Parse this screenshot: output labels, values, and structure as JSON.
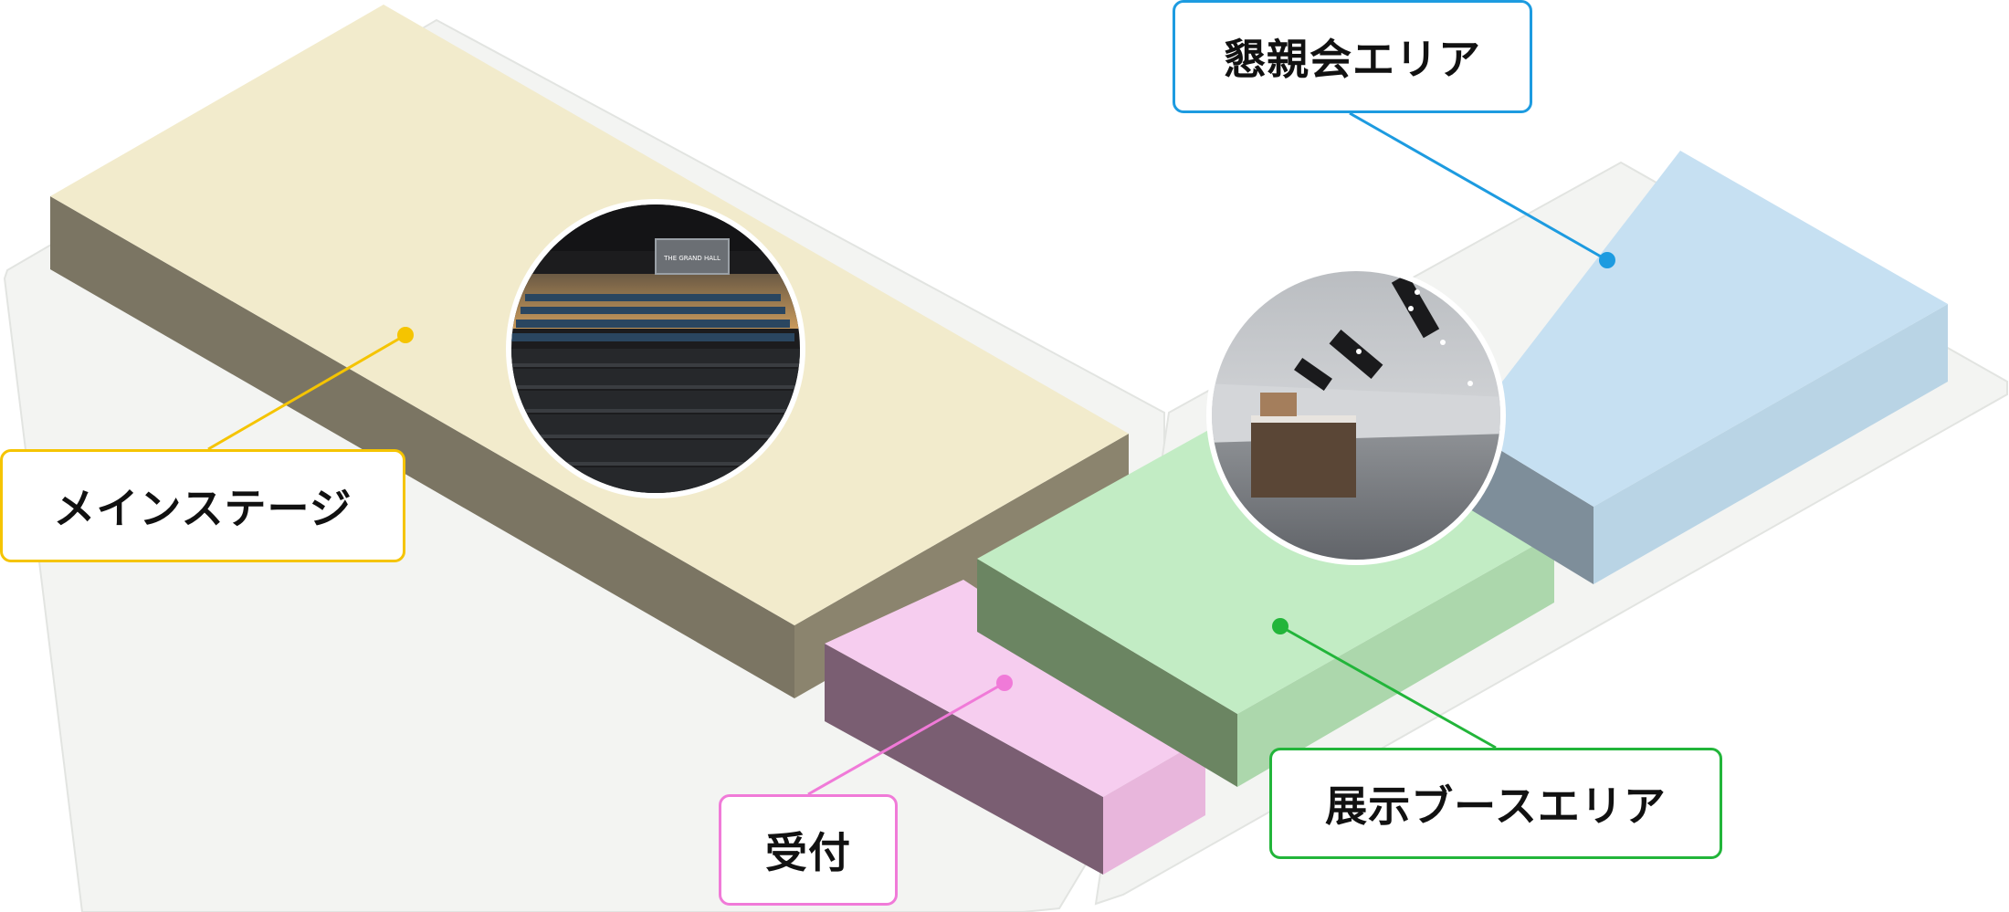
{
  "colors": {
    "main_stage": "#f5c400",
    "reception": "#f07ad8",
    "booth": "#22b53a",
    "party": "#1d9be0"
  },
  "zones": [
    {
      "id": "main",
      "label": "メインステージ",
      "color": "#f5c400"
    },
    {
      "id": "recep",
      "label": "受付",
      "color": "#f07ad8"
    },
    {
      "id": "booth",
      "label": "展示ブースエリア",
      "color": "#22b53a"
    },
    {
      "id": "party",
      "label": "懇親会エリア",
      "color": "#1d9be0"
    }
  ],
  "photos": [
    {
      "id": "hall",
      "text": "THE GRAND HALL"
    },
    {
      "id": "foyer"
    }
  ]
}
